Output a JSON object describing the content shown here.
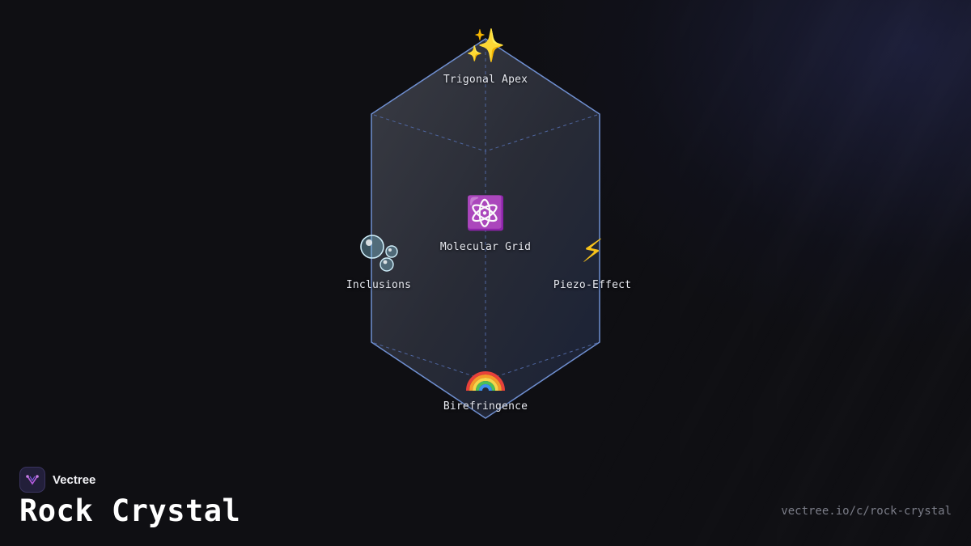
{
  "diagram": {
    "nodes": [
      {
        "id": "apex",
        "icon": "sparkles-icon",
        "glyph": "✨",
        "label": "Trigonal Apex"
      },
      {
        "id": "grid",
        "icon": "atom-icon",
        "glyph": "⚛️",
        "label": "Molecular Grid"
      },
      {
        "id": "inclusions",
        "icon": "bubbles-icon",
        "glyph": "🫧",
        "label": "Inclusions"
      },
      {
        "id": "piezo",
        "icon": "lightning-icon",
        "glyph": "⚡",
        "label": "Piezo-Effect"
      },
      {
        "id": "birefringence",
        "icon": "rainbow-icon",
        "glyph": "🌈",
        "label": "Birefringence"
      }
    ]
  },
  "colors": {
    "background": "#0f0f13",
    "crystal_stroke": "#6f8fd0",
    "inner_lines": "#4f66a0",
    "label": "#e6e8ef",
    "logo_accent": "#b15ad8"
  },
  "brand": {
    "name": "Vectree",
    "icon": "vectree-logo-icon"
  },
  "title": "Rock Crystal",
  "url": "vectree.io/c/rock-crystal"
}
